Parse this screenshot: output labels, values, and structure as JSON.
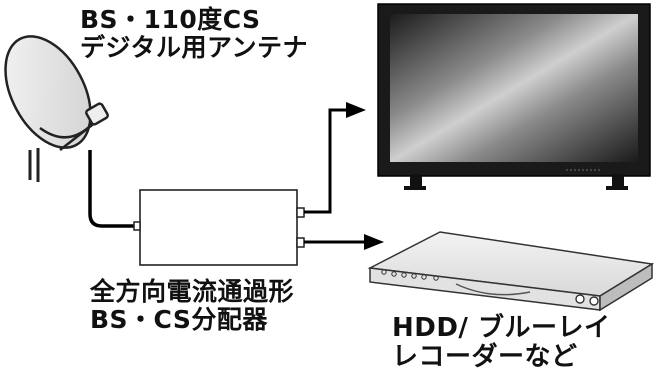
{
  "antenna": {
    "line1": "BS・110度CS",
    "line2": "デジタル用アンテナ"
  },
  "splitter": {
    "line1": "全方向電流通過形",
    "line2": "BS・CS分配器"
  },
  "recorder": {
    "line1": "HDD/ ブルーレイ",
    "line2": "レコーダーなど"
  },
  "colors": {
    "line": "#000000",
    "device_light": "#e6e6e6",
    "device_dark": "#1a1a1a",
    "outline": "#333333"
  },
  "icons": {
    "antenna": "satellite-dish-icon",
    "tv": "television-icon",
    "recorder": "blu-ray-recorder-icon",
    "splitter": "splitter-box-icon"
  }
}
